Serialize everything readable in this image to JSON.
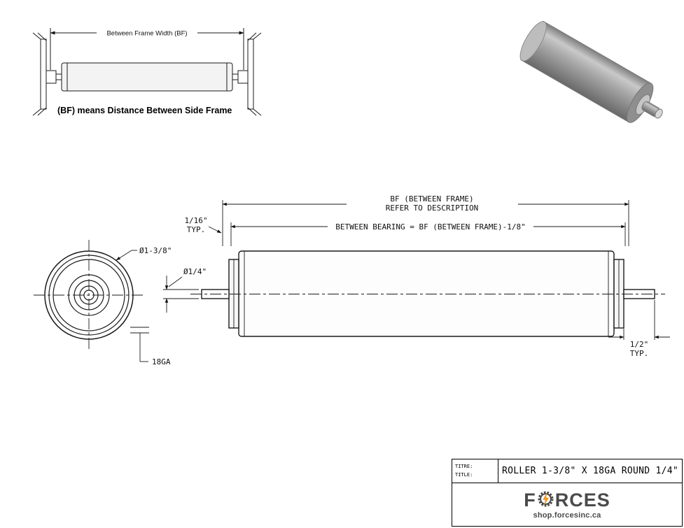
{
  "inset": {
    "dim_label": "Between Frame Width (BF)",
    "caption": "(BF) means Distance Between Side Frame"
  },
  "end_view": {
    "diameter_label": "Ø1-3/8\"",
    "gauge_label": "18GA"
  },
  "side_view": {
    "bf_label_line1": "BF (BETWEEN FRAME)",
    "bf_label_line2": "REFER TO DESCRIPTION",
    "between_bearing_label": "BETWEEN BEARING = BF (BETWEEN FRAME)-1/8\"",
    "left_offset_value": "1/16\"",
    "left_offset_typ": "TYP.",
    "shaft_diameter_label": "Ø1/4\"",
    "right_offset_value": "1/2\"",
    "right_offset_typ": "TYP."
  },
  "title_block": {
    "titre_label": "TITRE:",
    "title_label": "TITLE:",
    "title": "ROLLER 1-3/8\" X 18GA ROUND 1/4\"",
    "brand_first": "F",
    "brand_rest": "RCES",
    "website": "shop.forcesinc.ca"
  },
  "colors": {
    "line": "#1a1a1a",
    "bolt_orange": "#f7941d",
    "logo_gray": "#4a4a4a"
  }
}
